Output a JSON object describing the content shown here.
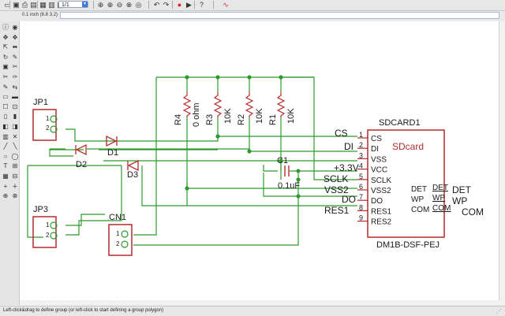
{
  "toolbar": {
    "grid_value": "1/1",
    "items": [
      {
        "name": "open-icon",
        "glyph": "▭"
      },
      {
        "name": "save-icon",
        "glyph": "▣"
      },
      {
        "name": "print-icon",
        "glyph": "⎙"
      },
      {
        "name": "cam-icon",
        "glyph": "▤"
      },
      {
        "name": "board-icon",
        "glyph": "▦"
      },
      {
        "name": "script-icon",
        "glyph": "▥"
      },
      {
        "name": "run-icon",
        "glyph": "▧"
      },
      {
        "name": "zoom-fit-icon",
        "glyph": "⊕"
      },
      {
        "name": "zoom-in-icon",
        "glyph": "⊕"
      },
      {
        "name": "zoom-out-icon",
        "glyph": "⊖"
      },
      {
        "name": "zoom-select-icon",
        "glyph": "⊗"
      },
      {
        "name": "redraw-icon",
        "glyph": "◎"
      },
      {
        "name": "undo-icon",
        "glyph": "↶"
      },
      {
        "name": "redo-icon",
        "glyph": "↷"
      },
      {
        "name": "stop-icon",
        "glyph": "●"
      },
      {
        "name": "go-icon",
        "glyph": "▶"
      },
      {
        "name": "help-icon",
        "glyph": "?"
      },
      {
        "name": "design-link-icon",
        "glyph": "∿"
      }
    ]
  },
  "command": {
    "coordinate": "0.1 inch (6.8 3.2)",
    "value": ""
  },
  "left_tools": [
    "ⓘ",
    "◉",
    "✥",
    "✥",
    "⇱",
    "⬌",
    "↻",
    "✎",
    "▣",
    "✂",
    "✂",
    "✑",
    "✎",
    "⇆",
    "▭",
    "▬",
    "☐",
    "⊡",
    "▯",
    "▮",
    "◧",
    "◨",
    "▥",
    "✕",
    "╱",
    "╲",
    "○",
    "◯",
    "T",
    "⊞",
    "▦",
    "⊟",
    "+",
    "∔",
    "⊕",
    "⊗"
  ],
  "schematic": {
    "title": "SDCARD1",
    "part_name": "SDcard",
    "part_value": "DM1B-DSF-PEJ",
    "jp1": "JP1",
    "jp3": "JP3",
    "cn1": "CN1",
    "d1": "D1",
    "d2": "D2",
    "d3": "D3",
    "c1": "C1",
    "c1_value": "0.1uF",
    "r4": "R4",
    "r4_value": "0 ohm",
    "r3": "R3",
    "r3_value": "10K",
    "r2": "R2",
    "r2_value": "10K",
    "r1": "R1",
    "r1_value": "10K",
    "pin_nums": [
      "1",
      "2",
      "3",
      "4",
      "5",
      "6",
      "7",
      "8",
      "9"
    ],
    "pin_names": [
      "CS",
      "DI",
      "VSS",
      "VCC",
      "SCLK",
      "VSS2",
      "DO",
      "RES1",
      "RES2"
    ],
    "right_pins": [
      "DET",
      "WP",
      "COM"
    ],
    "net_labels": [
      "CS",
      "DI",
      "+3.3V",
      "SCLK",
      "VSS2",
      "DO",
      "RES1"
    ],
    "right_net_labels": [
      "DET",
      "WP",
      "COM"
    ],
    "jp_pin_1": "1",
    "jp_pin_2": "2"
  },
  "status": {
    "text": "Left-click&drag to define group (or left-click to start defining a group polygon)"
  },
  "colors": {
    "wire": "#2e9a2e",
    "part": "#b32d2d",
    "junction": "#2e9a2e",
    "text": "#1a1a1a"
  }
}
